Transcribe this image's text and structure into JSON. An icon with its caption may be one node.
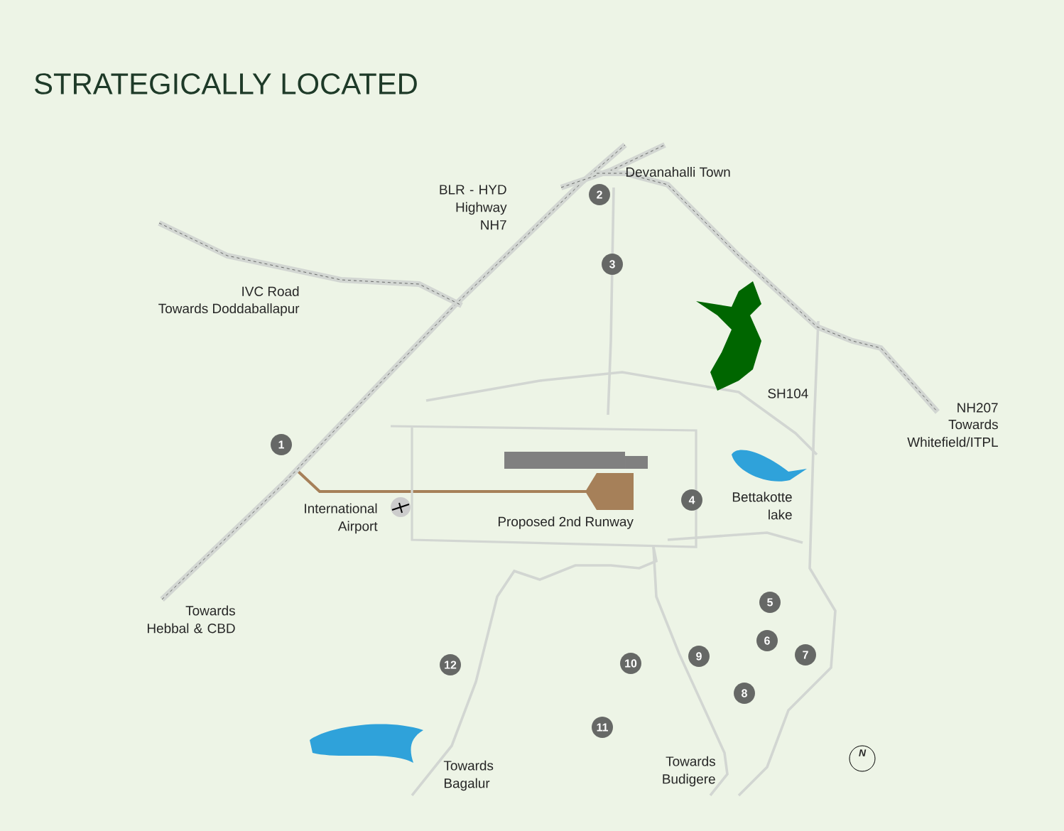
{
  "diagram": {
    "title": "STRATEGICALLY LOCATED",
    "nodes": [
      {
        "text": [
          "1"
        ]
      },
      {
        "text": [
          "2"
        ]
      },
      {
        "text": [
          "3"
        ]
      },
      {
        "text": [
          "4"
        ]
      },
      {
        "text": [
          "5"
        ]
      },
      {
        "text": [
          "6"
        ]
      },
      {
        "text": [
          "7"
        ]
      },
      {
        "text": [
          "8"
        ]
      },
      {
        "text": [
          "9"
        ]
      },
      {
        "text": [
          "10"
        ]
      },
      {
        "text": [
          "11"
        ]
      },
      {
        "text": [
          "12"
        ]
      }
    ],
    "edges": [],
    "labels": [
      "BLR - HYD Highway NH7",
      "Devanahalli Town",
      "IVC Road",
      "Towards Doddaballapur",
      "SH104",
      "NH207",
      "Towards Whitefield/ITPL",
      "International Airport",
      "Proposed 2nd Runway",
      "Bettakotte lake",
      "Towards Hebbal & CBD",
      "Towards Bagalur",
      "Towards Budigere",
      "N"
    ]
  }
}
